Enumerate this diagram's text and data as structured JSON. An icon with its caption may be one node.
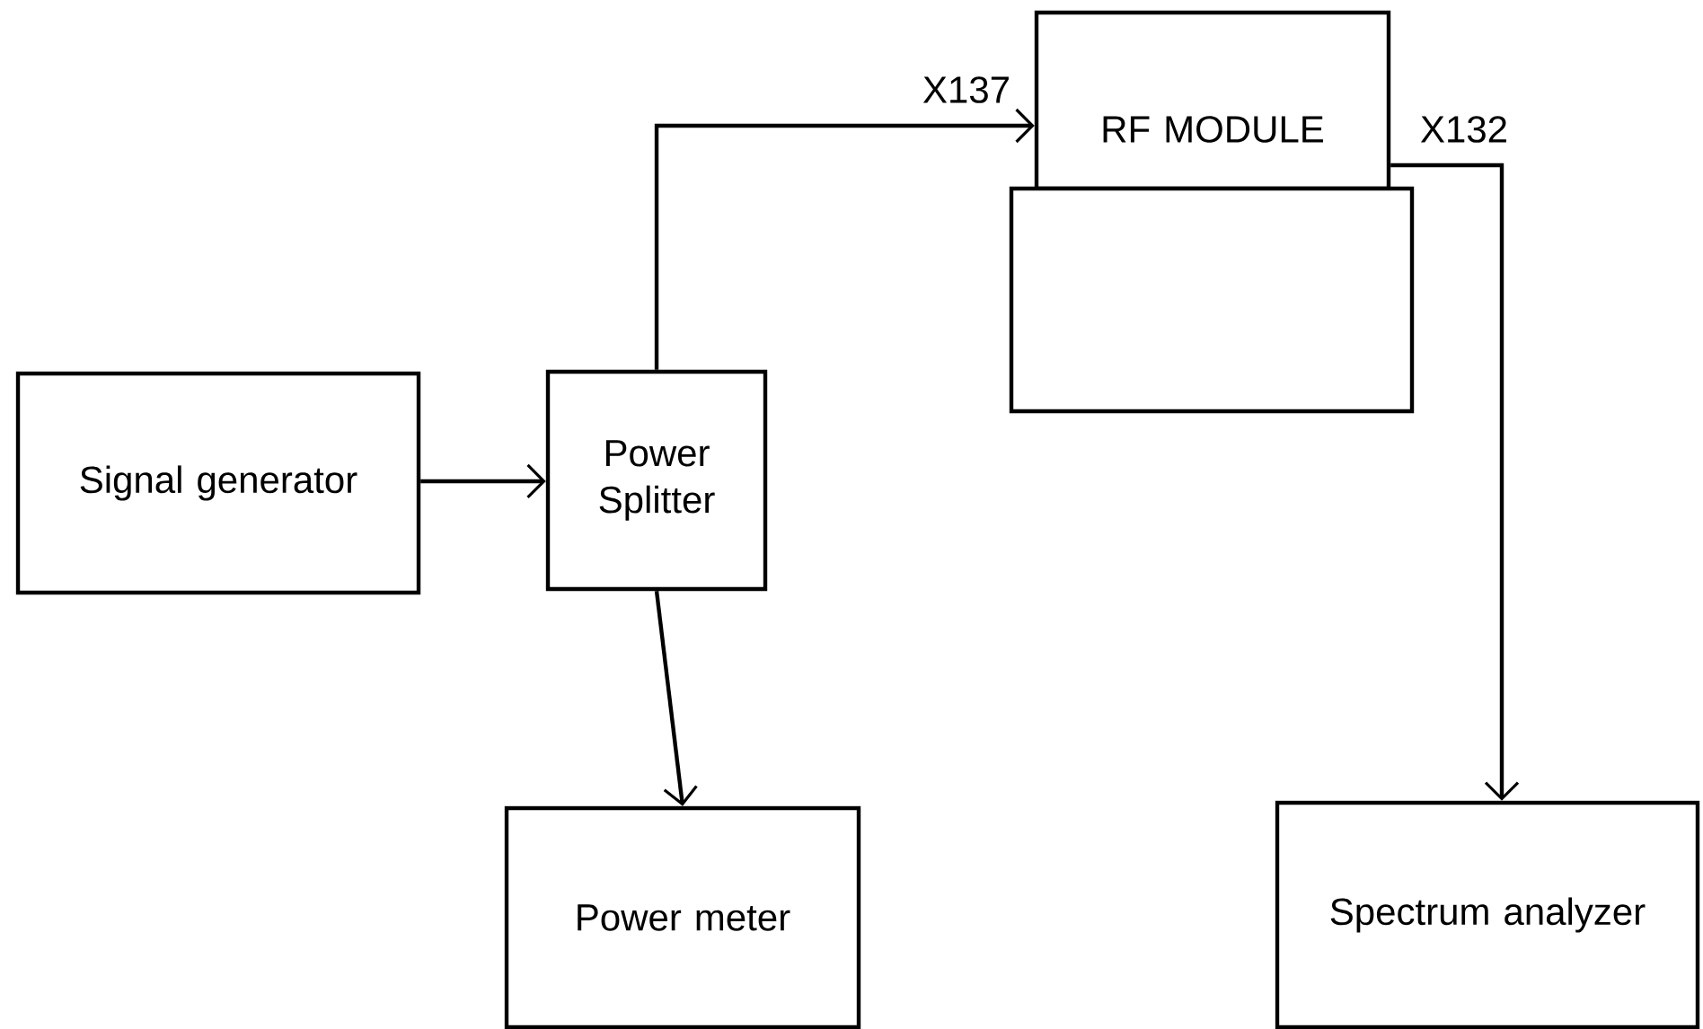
{
  "diagram": {
    "nodes": [
      {
        "text": [
          "Signal generator"
        ]
      },
      {
        "text": [
          "Power Splitter"
        ]
      },
      {
        "text": [
          "RF MODULE"
        ]
      },
      {
        "text": [],
        "shape": "box"
      },
      {
        "text": [
          "Power meter"
        ]
      },
      {
        "text": [
          "Spectrum analyzer"
        ]
      }
    ],
    "edges": [
      {
        "from": 0,
        "to": 1,
        "arrow": "to"
      },
      {
        "from": 1,
        "to": 2,
        "arrow": "to",
        "label": "X137"
      },
      {
        "from": 1,
        "to": 4,
        "arrow": "to"
      },
      {
        "from": 2,
        "to": 5,
        "arrow": "to",
        "label": "X132"
      }
    ]
  }
}
